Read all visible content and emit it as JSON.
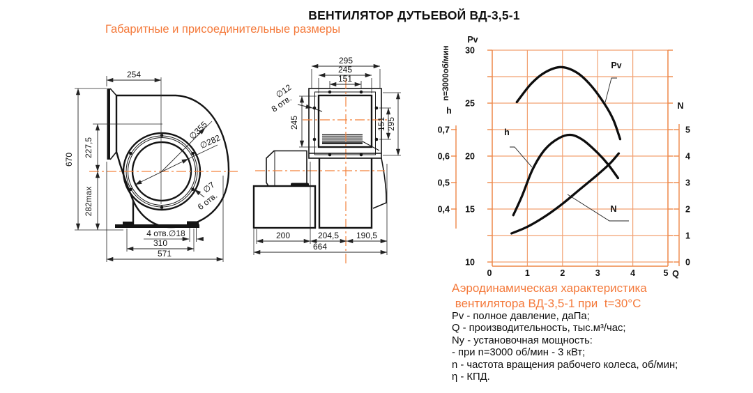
{
  "page": {
    "title": "ВЕНТИЛЯТОР ДУТЬЕВОЙ ВД-3,5-1",
    "subtitle": "Габаритные и присоединительные размеры"
  },
  "colors": {
    "accent": "#F4793A",
    "grid": "#F2A172",
    "axis": "#EE8747",
    "ink": "#141414"
  },
  "left_view": {
    "dim_254": "254",
    "dim_670": "670",
    "dim_227_5": "227,5",
    "dim_282max": "282max",
    "dia_355": "∅355",
    "dia_282": "∅282",
    "dia_7": "∅7",
    "holes_6": "6 отв.",
    "holes_4_18": "4 отв.∅18",
    "dim_310": "310",
    "dim_571": "571"
  },
  "middle_view": {
    "dim_295_top": "295",
    "dim_245_top": "245",
    "dim_151_top": "151",
    "dia_12": "∅12",
    "holes_8": "8 отв.",
    "dim_245_left": "245",
    "dim_151_right": "151",
    "dim_295_right": "295",
    "dim_200": "200",
    "dim_204_5": "204,5",
    "dim_190_5": "190,5",
    "dim_664": "664"
  },
  "chart": {
    "axis_pv_label": "Pv",
    "axis_h_label": "h",
    "axis_n_label": "N",
    "axis_q_label": "Q",
    "speed_note": "n=3000об/мин",
    "curve_labels": {
      "pv": "Pv",
      "h": "h",
      "n": "N"
    }
  },
  "chart_data": {
    "type": "line",
    "title": "Аэродинамическая характеристика вентилятора ВД-3,5-1 при t=30°C",
    "annotation": "n=3000об/мин",
    "x_axis": {
      "label": "Q",
      "unit": "тыс.м³/час",
      "min": 0,
      "max": 5,
      "ticks": [
        0,
        1,
        2,
        3,
        4,
        5
      ]
    },
    "y_axis_pv": {
      "label": "Pv",
      "unit": "даПа",
      "min": 10,
      "max": 30,
      "ticks": [
        10,
        15,
        20,
        25,
        30
      ],
      "grid_step": 2.5
    },
    "y_axis_h": {
      "label": "h",
      "min": 0.4,
      "max": 0.7,
      "ticks": [
        0.4,
        0.5,
        0.6,
        0.7
      ]
    },
    "y_axis_n": {
      "label": "N",
      "min": 0,
      "max": 5,
      "ticks": [
        0,
        1,
        2,
        3,
        4,
        5
      ]
    },
    "grid": true,
    "legend_position": "inline-labels",
    "series": [
      {
        "name": "Pv",
        "axis": "pv",
        "points": [
          [
            0.7,
            25.1
          ],
          [
            1.1,
            26.8
          ],
          [
            1.5,
            27.9
          ],
          [
            1.95,
            28.4
          ],
          [
            2.4,
            27.9
          ],
          [
            2.8,
            26.7
          ],
          [
            3.2,
            24.9
          ],
          [
            3.45,
            23.4
          ],
          [
            3.64,
            21.6
          ]
        ]
      },
      {
        "name": "h",
        "axis": "h",
        "points": [
          [
            0.6,
            0.377
          ],
          [
            0.85,
            0.45
          ],
          [
            1.15,
            0.55
          ],
          [
            1.5,
            0.625
          ],
          [
            1.9,
            0.668
          ],
          [
            2.25,
            0.68
          ],
          [
            2.6,
            0.659
          ],
          [
            3.0,
            0.612
          ],
          [
            3.3,
            0.568
          ],
          [
            3.58,
            0.517
          ]
        ]
      },
      {
        "name": "N",
        "axis": "n",
        "points": [
          [
            0.55,
            1.08
          ],
          [
            1.0,
            1.33
          ],
          [
            1.5,
            1.72
          ],
          [
            2.0,
            2.2
          ],
          [
            2.5,
            2.75
          ],
          [
            3.0,
            3.3
          ],
          [
            3.35,
            3.72
          ],
          [
            3.6,
            4.1
          ]
        ]
      }
    ]
  },
  "description": {
    "heading_line1": "Аэродинамическая характеристика",
    "heading_line2": " вентилятора ВД-3,5-1 при  t=30°C",
    "lines": [
      "Pv - полное давление, даПа;",
      "Q - производительность, тыс.м³/час;",
      "Ny - установочная мощность:",
      "- при n=3000 об/мин - 3 кВт;",
      "n - частота вращения рабочего колеса, об/мин;",
      "η - КПД."
    ]
  }
}
